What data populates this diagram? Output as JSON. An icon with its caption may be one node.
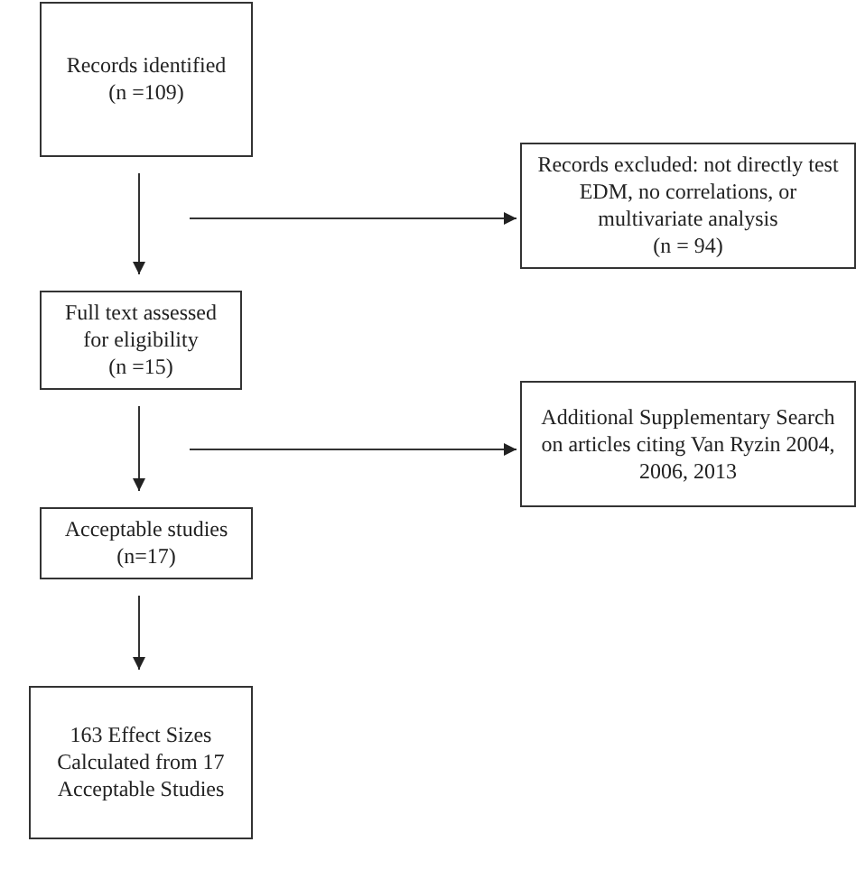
{
  "diagram": {
    "nodes": [
      {
        "text": [
          "Records identified",
          "(n =109)"
        ]
      },
      {
        "text": [
          "Records excluded: not directly test EDM, no correlations, or multivariate analysis",
          "(n = 94)"
        ]
      },
      {
        "text": [
          "Full text assessed for eligibility",
          "(n =15)"
        ]
      },
      {
        "text": [
          "Additional Supplementary Search on articles citing Van Ryzin 2004, 2006, 2013"
        ]
      },
      {
        "text": [
          "Acceptable studies",
          "(n=17)"
        ]
      },
      {
        "text": [
          "163 Effect Sizes Calculated from 17 Acceptable Studies"
        ]
      }
    ],
    "edges": [
      {
        "from": 0,
        "to": 2,
        "arrow": "to"
      },
      {
        "from": null,
        "to": 1,
        "arrow": "to"
      },
      {
        "from": 2,
        "to": 4,
        "arrow": "to"
      },
      {
        "from": null,
        "to": 3,
        "arrow": "to"
      },
      {
        "from": 4,
        "to": 5,
        "arrow": "to"
      }
    ]
  }
}
